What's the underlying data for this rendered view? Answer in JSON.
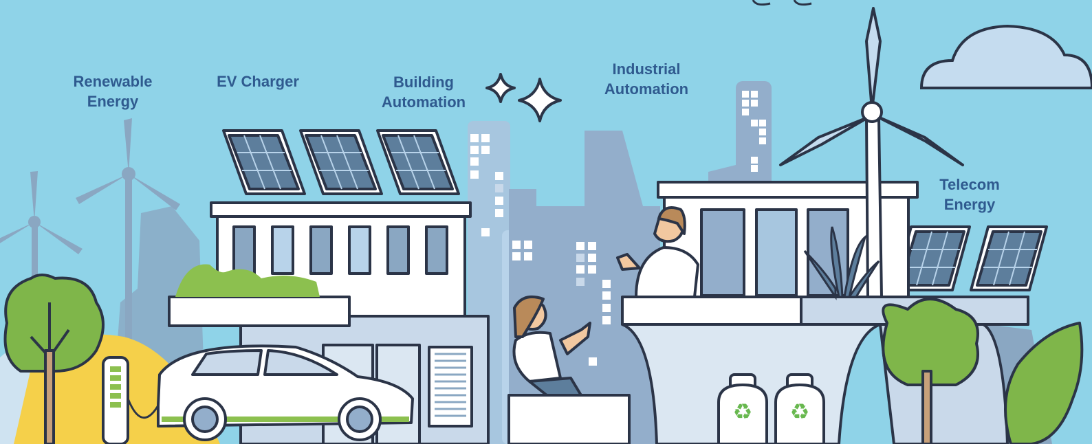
{
  "labels": {
    "renewable_energy": [
      "Renewable",
      "Energy"
    ],
    "ev_charger": [
      "EV Charger"
    ],
    "building_automation": [
      "Building",
      "Automation"
    ],
    "industrial_automation": [
      "Industrial",
      "Automation"
    ],
    "telecom_energy": [
      "Telecom",
      "Energy"
    ]
  },
  "colors": {
    "sky": "#8fd3e8",
    "label_text": "#2f5a8f",
    "outline": "#2b3447",
    "silhouette": "#8aa7c2",
    "building_fill": "#ffffff",
    "building_shade": "#c9d9ea",
    "solar_panel": "#5d7e9c",
    "tree_green": "#7fb64a",
    "ground_yellow": "#f5d04a",
    "recycle_green": "#68b84f"
  },
  "icons": [
    "wind-turbine-icon",
    "solar-panel-icon",
    "sparkle-icon",
    "cloud-icon",
    "recycle-icon",
    "ev-charger-icon",
    "car-icon",
    "tree-icon"
  ]
}
